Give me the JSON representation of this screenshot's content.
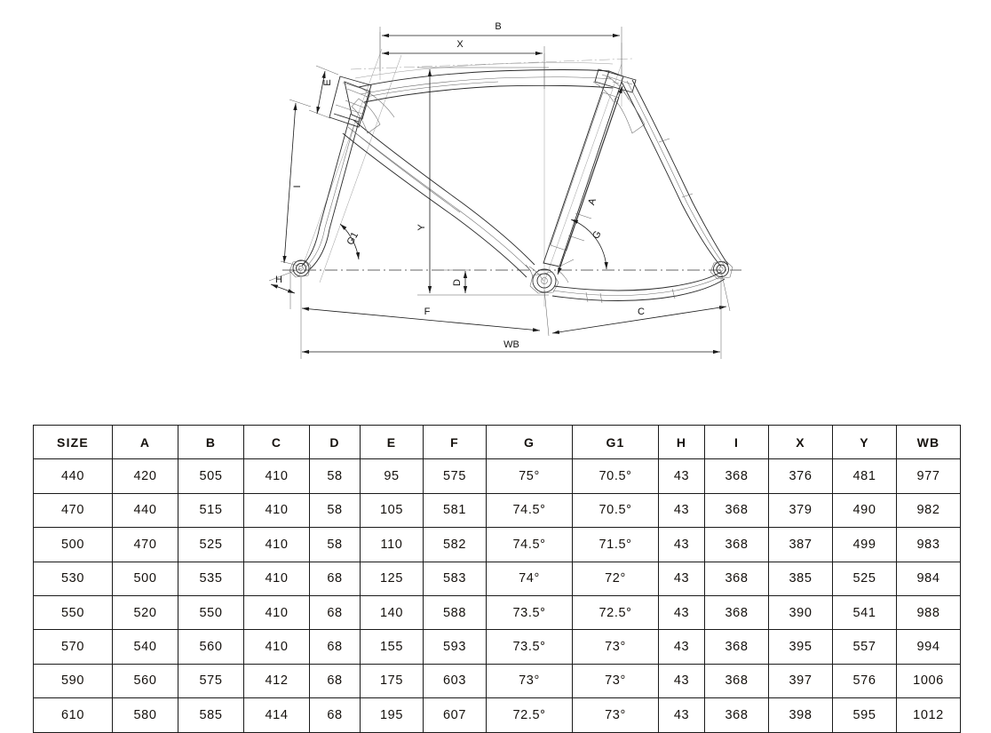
{
  "diagram": {
    "name": "bicycle-frame-geometry-drawing",
    "dimension_labels": {
      "A": "A",
      "B": "B",
      "C": "C",
      "D": "D",
      "E": "E",
      "F": "F",
      "G": "G",
      "G1": "G1",
      "H": "H",
      "I": "I",
      "X": "X",
      "Y": "Y",
      "WB": "WB"
    }
  },
  "table": {
    "name": "frame-geometry-table",
    "columns": [
      "SIZE",
      "A",
      "B",
      "C",
      "D",
      "E",
      "F",
      "G",
      "G1",
      "H",
      "I",
      "X",
      "Y",
      "WB"
    ],
    "rows": [
      [
        "440",
        "420",
        "505",
        "410",
        "58",
        "95",
        "575",
        "75°",
        "70.5°",
        "43",
        "368",
        "376",
        "481",
        "977"
      ],
      [
        "470",
        "440",
        "515",
        "410",
        "58",
        "105",
        "581",
        "74.5°",
        "70.5°",
        "43",
        "368",
        "379",
        "490",
        "982"
      ],
      [
        "500",
        "470",
        "525",
        "410",
        "58",
        "110",
        "582",
        "74.5°",
        "71.5°",
        "43",
        "368",
        "387",
        "499",
        "983"
      ],
      [
        "530",
        "500",
        "535",
        "410",
        "68",
        "125",
        "583",
        "74°",
        "72°",
        "43",
        "368",
        "385",
        "525",
        "984"
      ],
      [
        "550",
        "520",
        "550",
        "410",
        "68",
        "140",
        "588",
        "73.5°",
        "72.5°",
        "43",
        "368",
        "390",
        "541",
        "988"
      ],
      [
        "570",
        "540",
        "560",
        "410",
        "68",
        "155",
        "593",
        "73.5°",
        "73°",
        "43",
        "368",
        "395",
        "557",
        "994"
      ],
      [
        "590",
        "560",
        "575",
        "412",
        "68",
        "175",
        "603",
        "73°",
        "73°",
        "43",
        "368",
        "397",
        "576",
        "1006"
      ],
      [
        "610",
        "580",
        "585",
        "414",
        "68",
        "195",
        "607",
        "72.5°",
        "73°",
        "43",
        "368",
        "398",
        "595",
        "1012"
      ]
    ]
  },
  "colors": {
    "line": "#2b2b2b",
    "thin_line": "#6a6a6a",
    "ghost_line": "#9a9a9a",
    "text": "#15110d",
    "background": "#ffffff"
  }
}
